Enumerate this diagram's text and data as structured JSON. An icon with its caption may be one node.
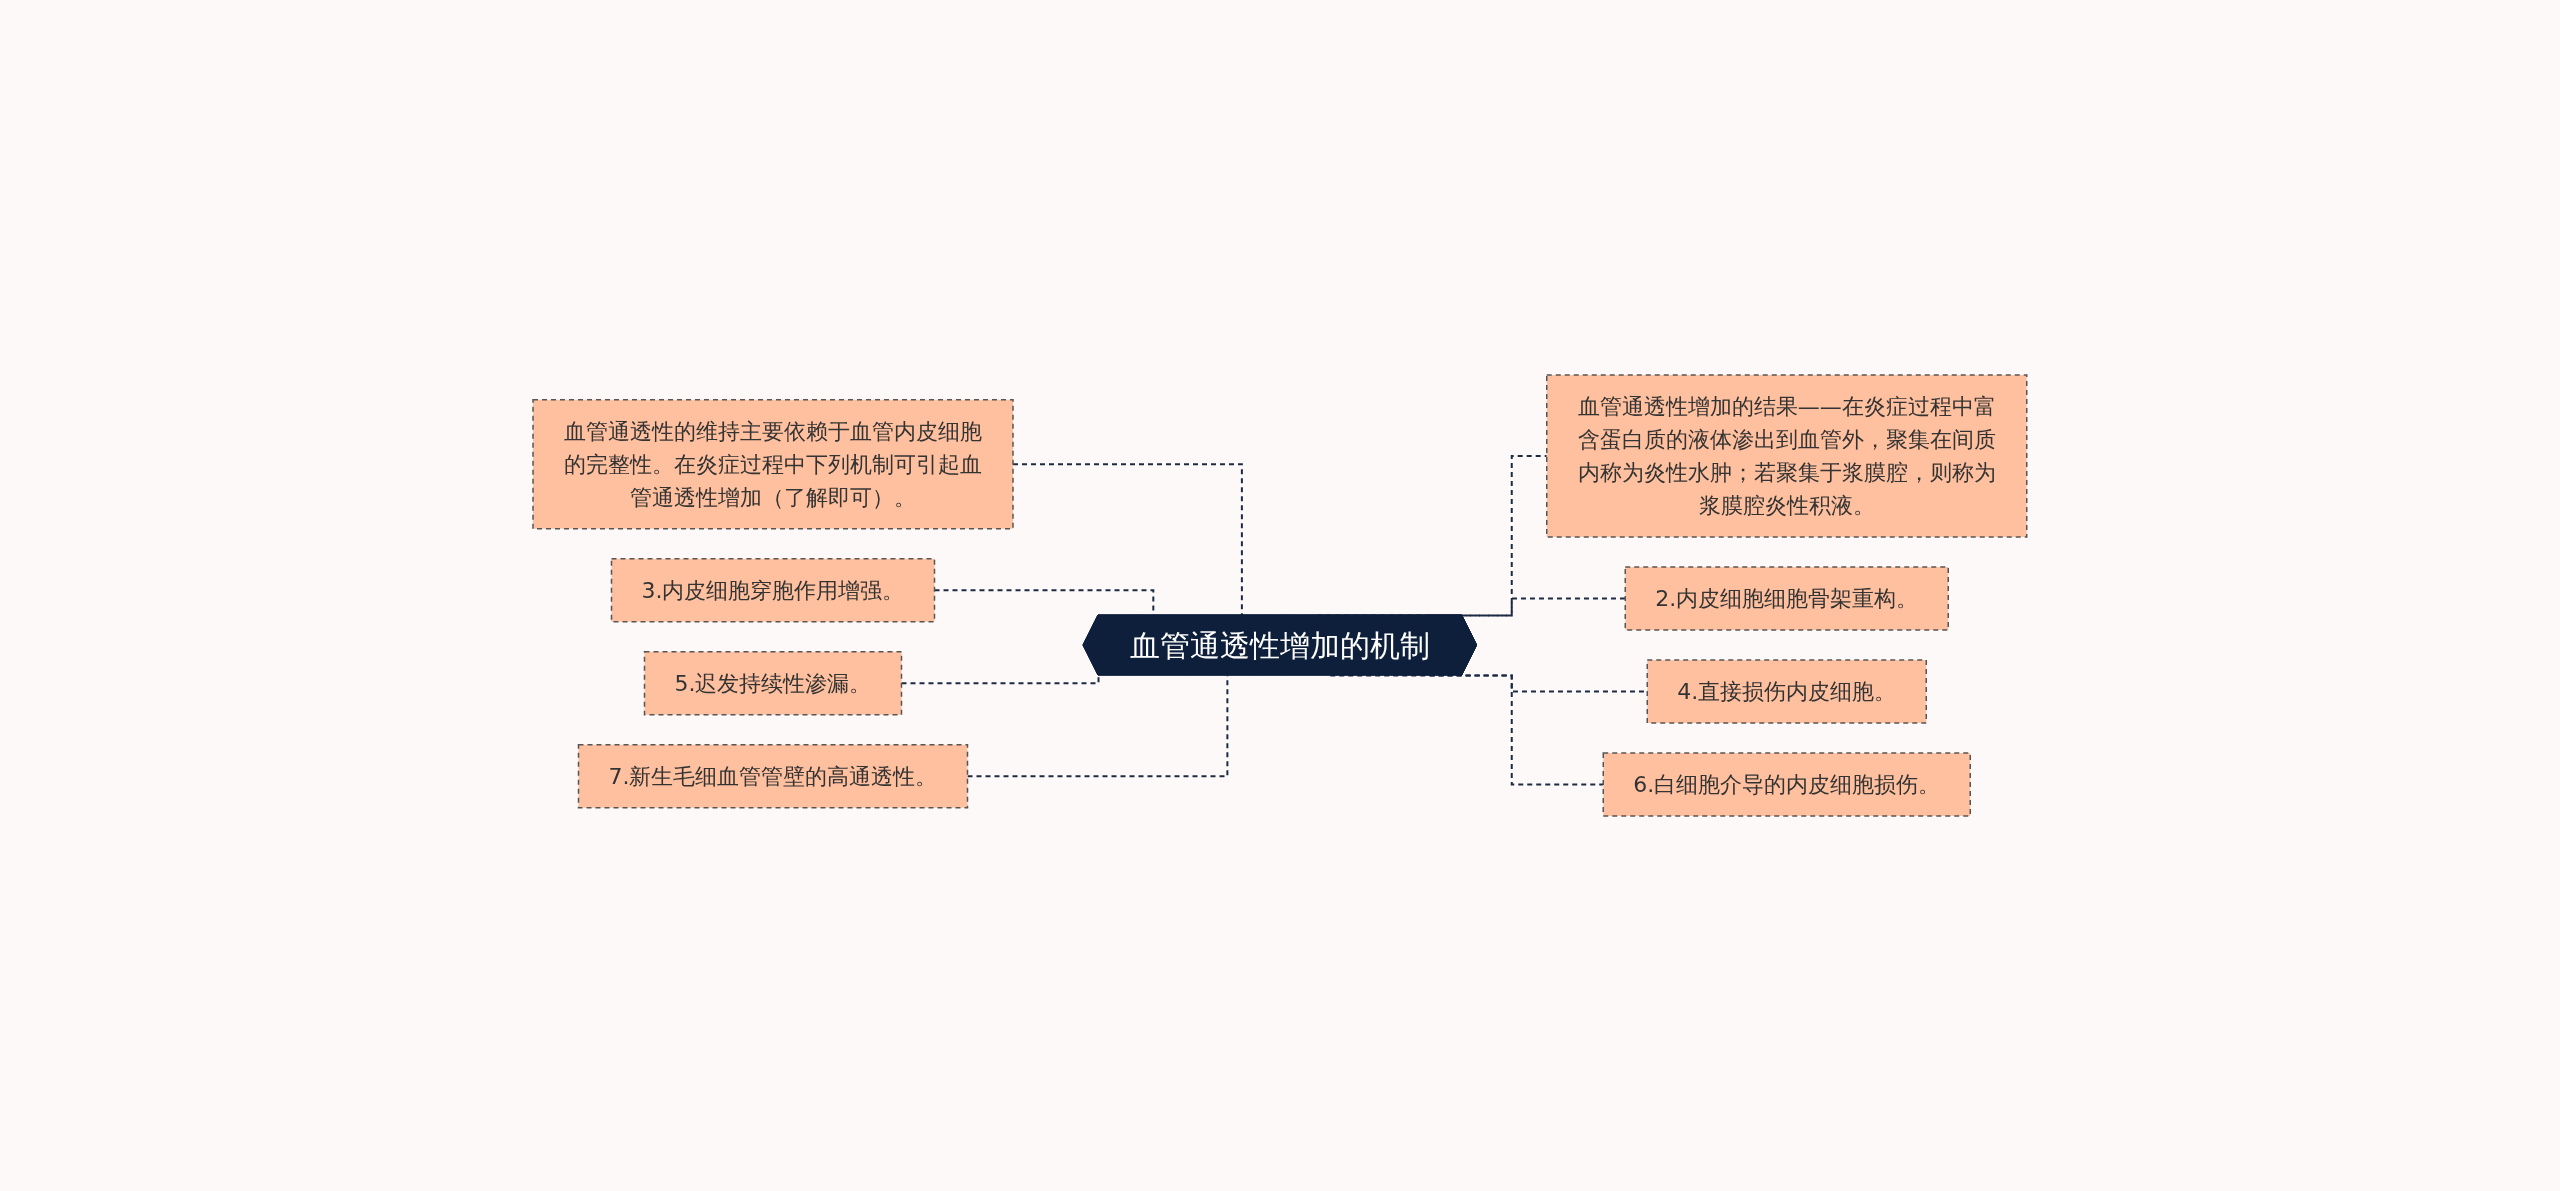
{
  "diagram": {
    "nodes": [
      {
        "text": [
          "血管通透性增加的机制"
        ]
      },
      {
        "text": [
          "血管通透性的维持主要依赖于血管内皮细胞的完整性。在炎症过程中下列机制可引起血管通透性增加（了解即可）。"
        ]
      },
      {
        "text": [
          "3.内皮细胞穿胞作用增强。"
        ]
      },
      {
        "text": [
          "5.迟发持续性渗漏。"
        ]
      },
      {
        "text": [
          "7.新生毛细血管管壁的高通透性。"
        ]
      },
      {
        "text": [
          "血管通透性增加的结果——在炎症过程中富含蛋白质的液体渗出到血管外，聚集在间质内称为炎性水肿；若聚集于浆膜腔，则称为浆膜腔炎性积液。"
        ]
      },
      {
        "text": [
          "2.内皮细胞细胞骨架重构。"
        ]
      },
      {
        "text": [
          "4.直接损伤内皮细胞。"
        ]
      },
      {
        "text": [
          "6.白细胞介导的内皮细胞损伤。"
        ]
      }
    ],
    "edges": [
      {
        "from": 1,
        "to": 0,
        "arrow": "none",
        "style": "dashed"
      },
      {
        "from": 2,
        "to": 0,
        "arrow": "none",
        "style": "dashed"
      },
      {
        "from": 3,
        "to": 0,
        "arrow": "none",
        "style": "dashed"
      },
      {
        "from": 4,
        "to": 0,
        "arrow": "none",
        "style": "dashed"
      },
      {
        "from": 0,
        "to": 5,
        "arrow": "none",
        "style": "dashed"
      },
      {
        "from": 0,
        "to": 6,
        "arrow": "none",
        "style": "dashed"
      },
      {
        "from": 0,
        "to": 7,
        "arrow": "none",
        "style": "dashed"
      },
      {
        "from": 0,
        "to": 8,
        "arrow": "none",
        "style": "dashed"
      }
    ]
  }
}
